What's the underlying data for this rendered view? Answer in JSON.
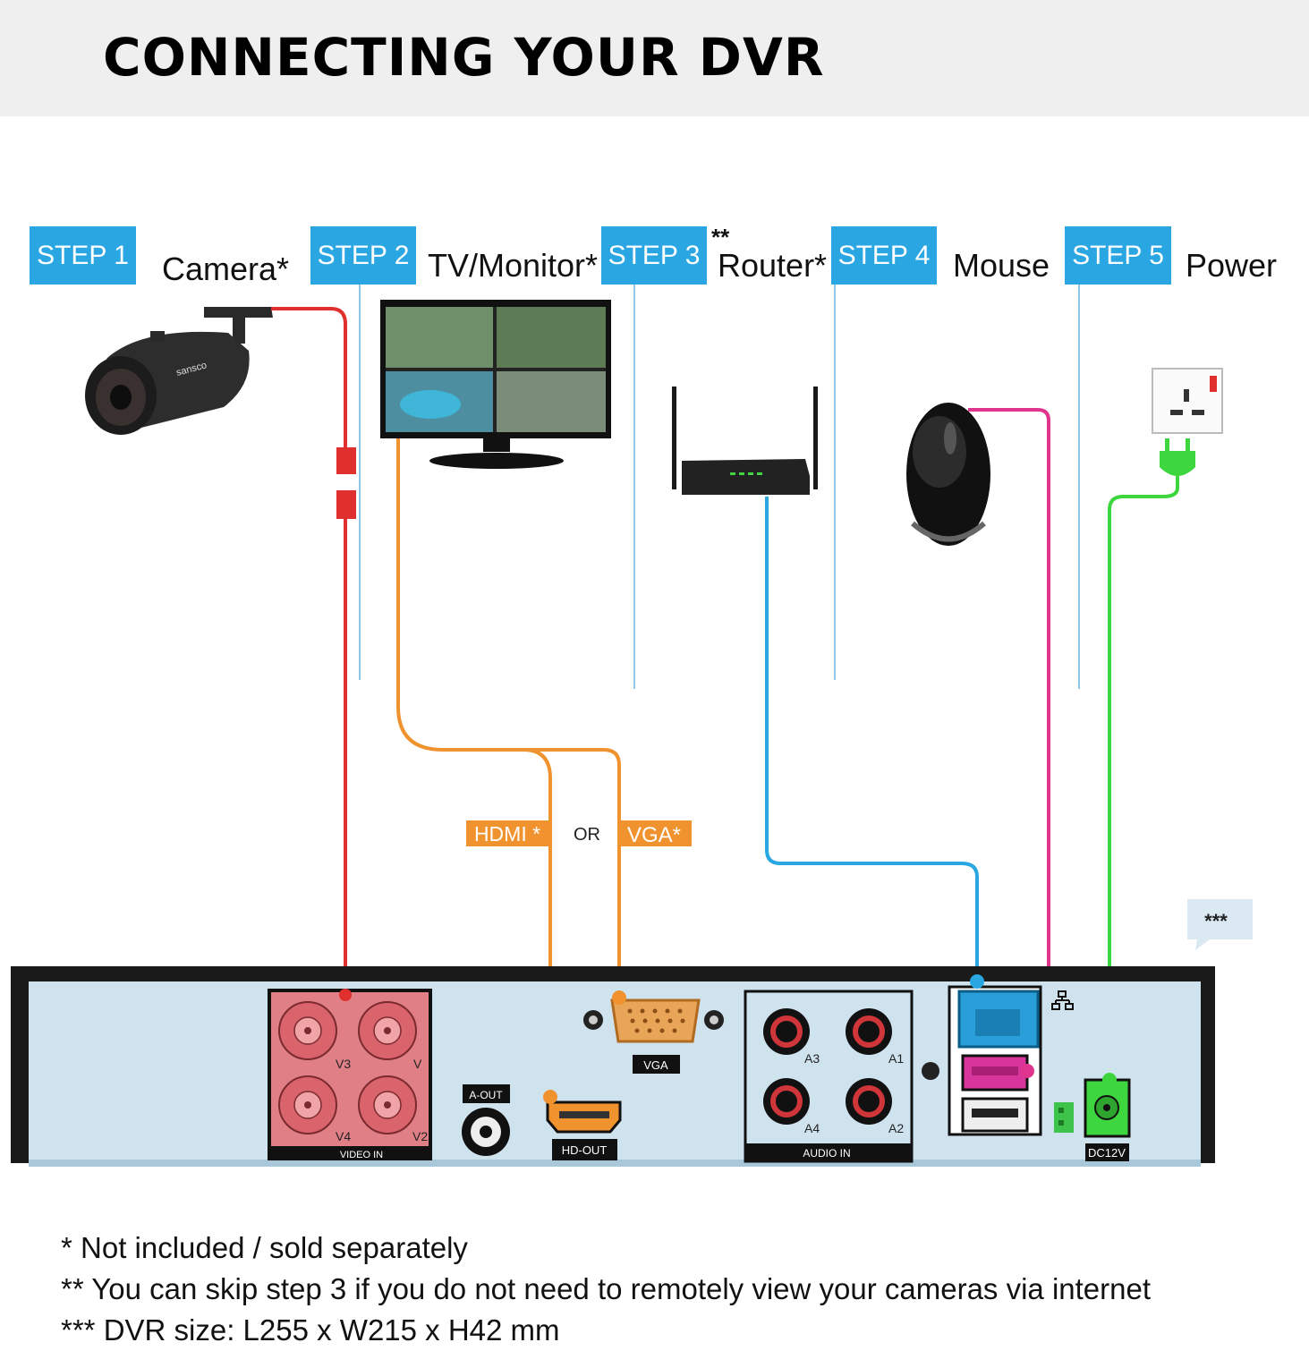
{
  "title": "CONNECTING YOUR DVR",
  "steps": [
    {
      "badge": "STEP 1",
      "label": "Camera*"
    },
    {
      "badge": "STEP 2",
      "label": "TV/Monitor*"
    },
    {
      "badge": "STEP 3",
      "label": "Router*",
      "mark": "**"
    },
    {
      "badge": "STEP 4",
      "label": "Mouse"
    },
    {
      "badge": "STEP 5",
      "label": "Power"
    }
  ],
  "camera_brand": "sansco",
  "cable_labels": {
    "hdmi": "HDMI *",
    "or": "OR",
    "vga": "VGA*"
  },
  "size_callout": "***",
  "dvr_ports": {
    "video_in": "VIDEO IN",
    "video_channels": [
      "V3",
      "V",
      "V4",
      "V2"
    ],
    "a_out": "A-OUT",
    "hd_out": "HD-OUT",
    "vga": "VGA",
    "audio_in": "AUDIO IN",
    "audio_channels": [
      "A3",
      "A1",
      "A4",
      "A2"
    ],
    "dc": "DC12V"
  },
  "colors": {
    "step_badge": "#2aa6e3",
    "camera_cable": "#e0302e",
    "video_cable": "#f0922e",
    "network_cable": "#2aa6e3",
    "mouse_cable": "#e0358f",
    "power_cable": "#3ed63e",
    "dvr_panel": "#cfe3ef"
  },
  "notes": [
    "* Not included / sold separately",
    "** You can skip step 3 if you do not need to remotely view your cameras via internet",
    "*** DVR size: L255 x W215 x H42 mm"
  ]
}
